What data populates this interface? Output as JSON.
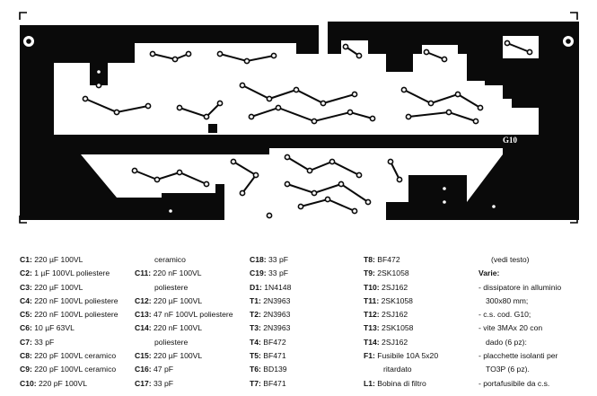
{
  "board": {
    "label": "G10"
  },
  "legend": {
    "col1": [
      {
        "ref": "C1:",
        "text": " 220 µF 100VL"
      },
      {
        "ref": "C2:",
        "text": " 1 µF 100VL poliestere"
      },
      {
        "ref": "C3:",
        "text": " 220 µF 100VL"
      },
      {
        "ref": "C4:",
        "text": " 220 nF 100VL poliestere"
      },
      {
        "ref": "C5:",
        "text": " 220 nF 100VL poliestere"
      },
      {
        "ref": "C6:",
        "text": " 10 µF 63VL"
      },
      {
        "ref": "C7:",
        "text": " 33 pF"
      },
      {
        "ref": "C8:",
        "text": " 220 pF 100VL ceramico"
      },
      {
        "ref": "C9:",
        "text": " 220 pF 100VL ceramico"
      },
      {
        "ref": "C10:",
        "text": " 220 pF 100VL"
      }
    ],
    "col2": [
      {
        "ref": "",
        "text": "ceramico"
      },
      {
        "ref": "C11:",
        "text": " 220 nF 100VL"
      },
      {
        "ref": "",
        "text": "poliestere"
      },
      {
        "ref": "C12:",
        "text": " 220 µF 100VL"
      },
      {
        "ref": "C13:",
        "text": " 47 nF 100VL poliestere"
      },
      {
        "ref": "C14:",
        "text": " 220 nF 100VL"
      },
      {
        "ref": "",
        "text": "poliestere"
      },
      {
        "ref": "C15:",
        "text": " 220 µF 100VL"
      },
      {
        "ref": "C16:",
        "text": " 47 pF"
      },
      {
        "ref": "C17:",
        "text": " 33 pF"
      }
    ],
    "col3": [
      {
        "ref": "C18:",
        "text": " 33 pF"
      },
      {
        "ref": "C19:",
        "text": " 33 pF"
      },
      {
        "ref": "D1:",
        "text": " 1N4148"
      },
      {
        "ref": "T1:",
        "text": " 2N3963"
      },
      {
        "ref": "T2:",
        "text": " 2N3963"
      },
      {
        "ref": "T3:",
        "text": " 2N3963"
      },
      {
        "ref": "T4:",
        "text": " BF472"
      },
      {
        "ref": "T5:",
        "text": " BF471"
      },
      {
        "ref": "T6:",
        "text": " BD139"
      },
      {
        "ref": "T7:",
        "text": " BF471"
      }
    ],
    "col4": [
      {
        "ref": "T8:",
        "text": " BF472"
      },
      {
        "ref": "T9:",
        "text": " 2SK1058"
      },
      {
        "ref": "T10:",
        "text": " 2SJ162"
      },
      {
        "ref": "T11:",
        "text": " 2SK1058"
      },
      {
        "ref": "T12:",
        "text": " 2SJ162"
      },
      {
        "ref": "T13:",
        "text": " 2SK1058"
      },
      {
        "ref": "T14:",
        "text": " 2SJ162"
      },
      {
        "ref": "F1:",
        "text": " Fusibile 10A 5x20"
      },
      {
        "ref": "",
        "text": "ritardato"
      },
      {
        "ref": "L1:",
        "text": " Bobina di filtro"
      }
    ],
    "col5": [
      {
        "ref": "",
        "text": "(vedi testo)"
      },
      {
        "ref": "Varie:",
        "text": ""
      },
      {
        "ref": "",
        "text": "- dissipatore in alluminio"
      },
      {
        "ref": "",
        "text": "300x80 mm;"
      },
      {
        "ref": "",
        "text": "- c.s. cod. G10;"
      },
      {
        "ref": "",
        "text": "- vite 3MAx 20 con"
      },
      {
        "ref": "",
        "text": "dado (6 pz):"
      },
      {
        "ref": "",
        "text": "- placchette isolanti per"
      },
      {
        "ref": "",
        "text": "TO3P (6 pz)."
      },
      {
        "ref": "",
        "text": "- portafusibile da c.s."
      }
    ]
  }
}
